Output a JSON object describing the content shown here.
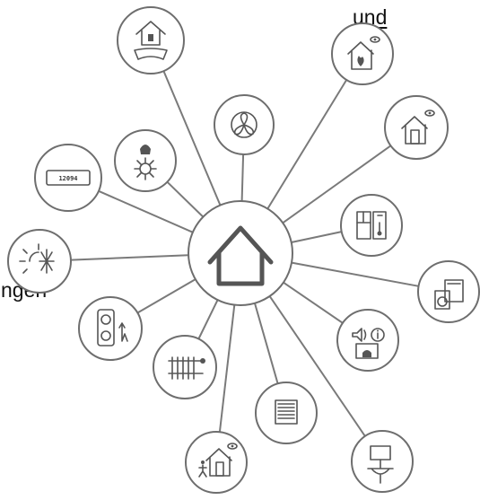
{
  "text_fragments": {
    "top_right": "und",
    "left": "ngen"
  },
  "hub": {
    "icon": "house-icon"
  },
  "nodes": [
    {
      "id": "attic",
      "icon": "attic-roof-icon"
    },
    {
      "id": "fan",
      "icon": "fan-icon"
    },
    {
      "id": "fire-monitor",
      "icon": "house-fire-monitor-icon"
    },
    {
      "id": "door-monitor",
      "icon": "house-door-monitor-icon"
    },
    {
      "id": "electricity-meter",
      "icon": "electricity-meter-icon",
      "digits": "12094"
    },
    {
      "id": "lighting",
      "icon": "light-bulb-icon"
    },
    {
      "id": "climate",
      "icon": "window-thermostat-icon"
    },
    {
      "id": "heat-cool",
      "icon": "sun-snowflake-icon"
    },
    {
      "id": "appliances",
      "icon": "washer-oven-icon"
    },
    {
      "id": "sockets",
      "icon": "power-socket-icon"
    },
    {
      "id": "intercom",
      "icon": "intercom-speaker-info-icon"
    },
    {
      "id": "heating",
      "icon": "radiator-icon"
    },
    {
      "id": "blinds",
      "icon": "window-blind-icon"
    },
    {
      "id": "presence",
      "icon": "house-person-monitor-icon"
    },
    {
      "id": "water",
      "icon": "sink-tap-icon"
    }
  ]
}
